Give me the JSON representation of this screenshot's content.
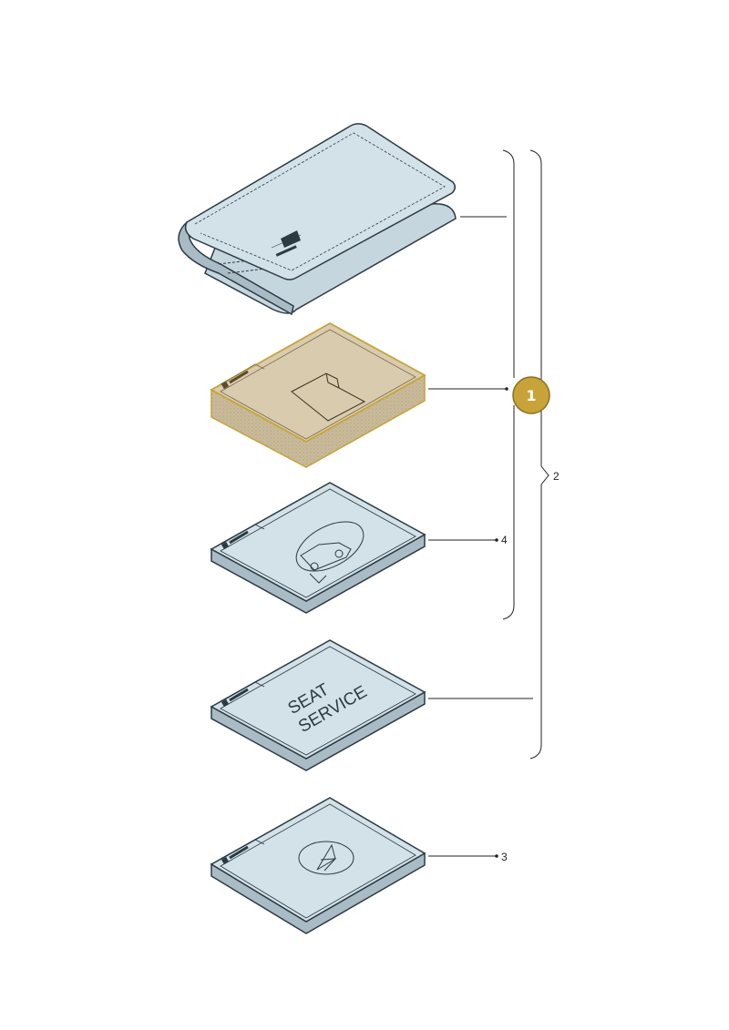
{
  "callouts": {
    "badge": "1",
    "bracket_outer": "2",
    "booklet_bottom": "3",
    "booklet_third": "4"
  },
  "service_book": {
    "line1": "SEAT",
    "line2": "SERVICE"
  },
  "colors": {
    "highlight": "#c7a33a",
    "cover_fill": "#d3e1e8",
    "edge_fill": "#a9bcc6",
    "outline": "#2c3a44",
    "highlight_fill": "#d9ccae"
  },
  "items": [
    {
      "name": "document-wallet"
    },
    {
      "name": "highlighted-manual-stack"
    },
    {
      "name": "manual-booklet-4"
    },
    {
      "name": "seat-service-booklet"
    },
    {
      "name": "manual-booklet-3"
    }
  ]
}
